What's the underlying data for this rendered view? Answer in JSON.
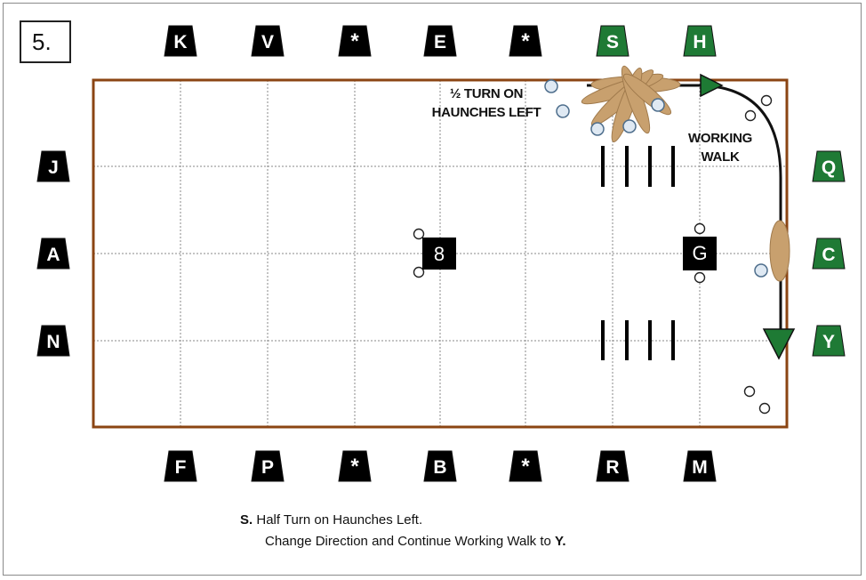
{
  "pattern": {
    "number": "5."
  },
  "letters": {
    "top": [
      "K",
      "V",
      "*",
      "E",
      "*",
      "S",
      "H"
    ],
    "bottom": [
      "F",
      "P",
      "*",
      "B",
      "*",
      "R",
      "M"
    ],
    "left": [
      "J",
      "A",
      "N"
    ],
    "right": [
      "Q",
      "C",
      "Y"
    ]
  },
  "markers": {
    "center": "8",
    "right_marker": "G"
  },
  "annotations": {
    "turn_line1": "½ TURN ON",
    "turn_line2": "HAUNCHES LEFT",
    "walk_line1": "WORKING",
    "walk_line2": "WALK"
  },
  "caption": {
    "line1_lead": "S.",
    "line1_text": " Half Turn on Haunches Left.",
    "line2_text": "Change Direction and Continue Working Walk to ",
    "line2_end": "Y."
  },
  "colors": {
    "arena_border": "#8b4513",
    "letter_black": "#000000",
    "letter_green": "#1f7a35",
    "arrow_green": "#1e7a34",
    "horse": "#c8a06e"
  }
}
